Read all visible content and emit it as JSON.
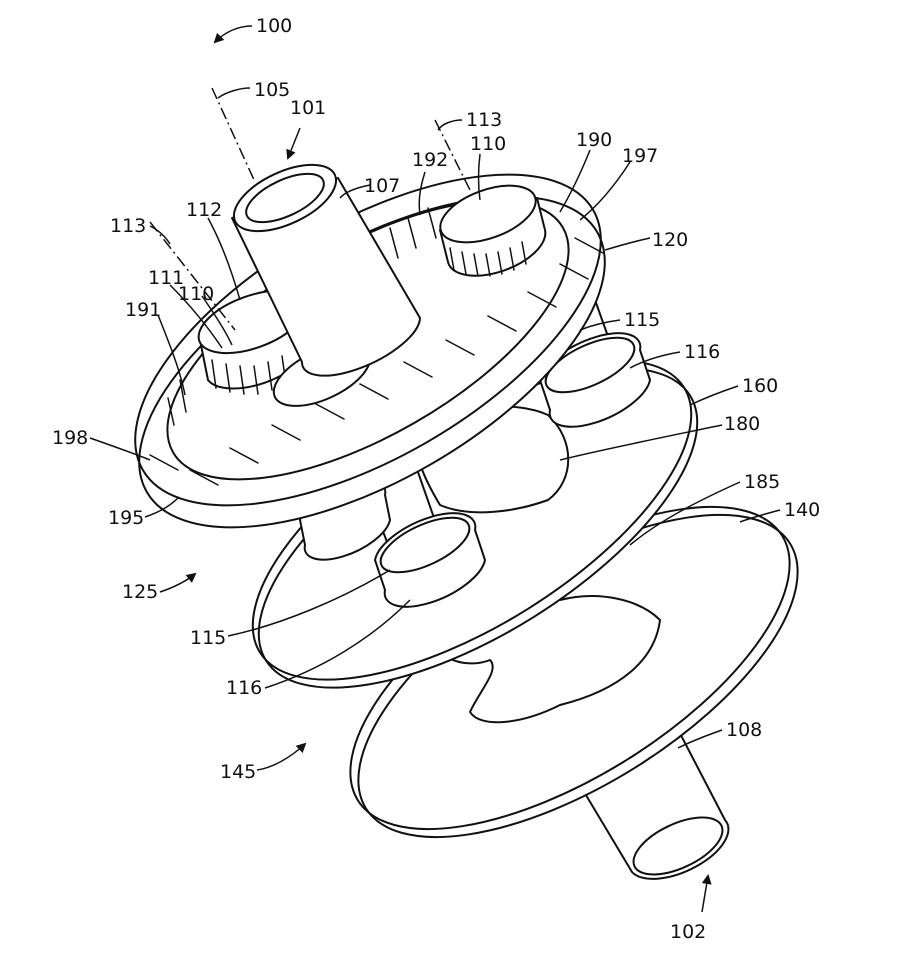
{
  "labels": {
    "l100": "100",
    "l105": "105",
    "l101": "101",
    "l113a": "113",
    "l110a": "110",
    "l192": "192",
    "l190": "190",
    "l197": "197",
    "l107": "107",
    "l112": "112",
    "l113b": "113",
    "l120": "120",
    "l111": "111",
    "l110b": "110",
    "l191": "191",
    "l115a": "115",
    "l116a": "116",
    "l160": "160",
    "l180": "180",
    "l198": "198",
    "l185": "185",
    "l140": "140",
    "l195": "195",
    "l125": "125",
    "l115b": "115",
    "l116b": "116",
    "l108": "108",
    "l145": "145",
    "l102": "102"
  }
}
